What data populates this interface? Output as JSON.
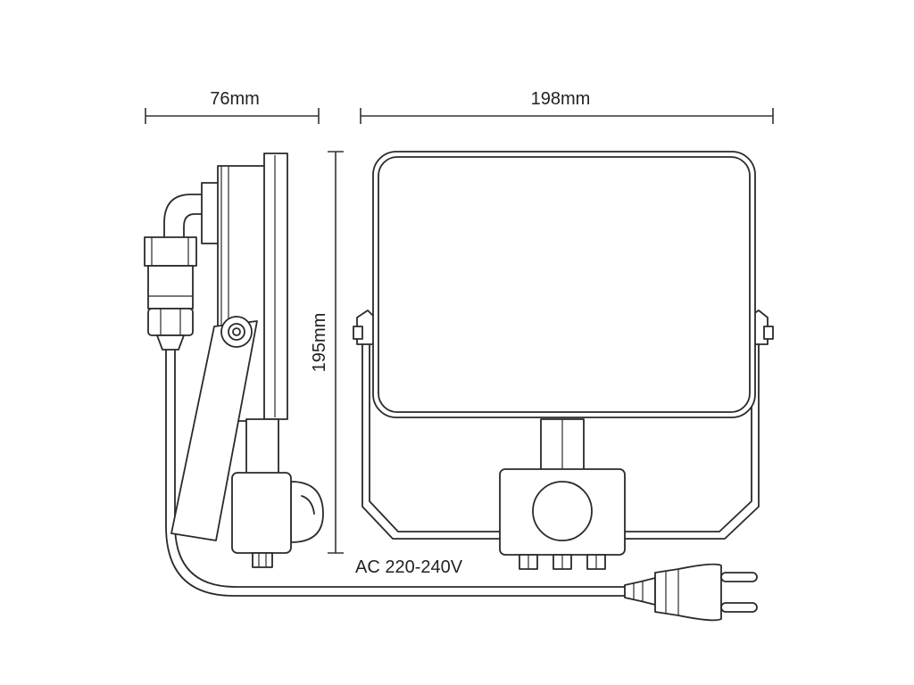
{
  "dimensions": {
    "depth": "76mm",
    "width": "198mm",
    "height": "195mm"
  },
  "power_label": "AC 220-240V",
  "icons": [
    "floodlight-side-view",
    "floodlight-front-view",
    "pir-sensor",
    "power-plug"
  ]
}
